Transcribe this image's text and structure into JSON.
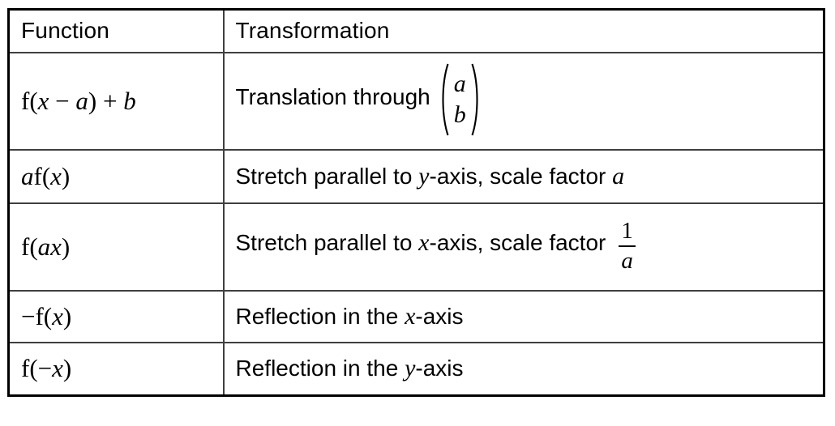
{
  "table": {
    "headers": {
      "function": "Function",
      "transformation": "Transformation"
    },
    "rows": [
      {
        "fn": [
          "f(",
          "x",
          " − ",
          "a",
          ") + ",
          "b"
        ],
        "tx": "Translation through",
        "vector": {
          "top": "a",
          "bottom": "b"
        }
      },
      {
        "fn": [
          "a",
          "f(",
          "x",
          ")"
        ],
        "tx": [
          "Stretch parallel to ",
          "y",
          "-axis, scale factor ",
          "a"
        ]
      },
      {
        "fn": [
          "f(",
          "ax",
          ")"
        ],
        "tx": [
          "Stretch parallel to ",
          "x",
          "-axis, scale factor "
        ],
        "fraction": {
          "num": "1",
          "den": "a"
        }
      },
      {
        "fn": [
          "−f(",
          "x",
          ")"
        ],
        "tx": [
          "Reflection in the ",
          "x",
          "-axis"
        ]
      },
      {
        "fn": [
          "f(−",
          "x",
          ")"
        ],
        "tx": [
          "Reflection in the ",
          "y",
          "-axis"
        ]
      }
    ]
  }
}
